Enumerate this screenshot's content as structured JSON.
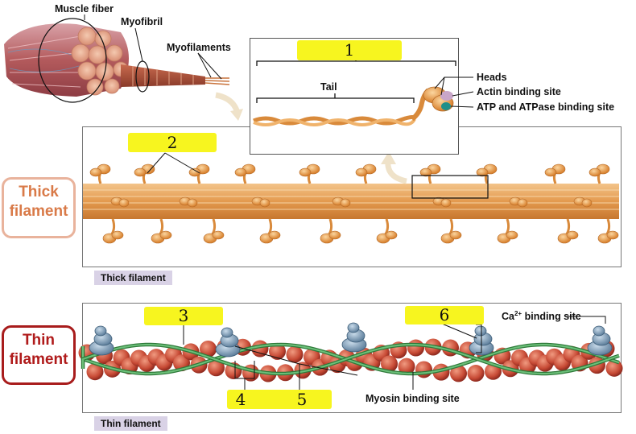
{
  "labels": {
    "muscle_fiber": "Muscle fiber",
    "myofibril": "Myofibril",
    "myofilaments": "Myofilaments",
    "tail": "Tail",
    "heads": "Heads",
    "actin_binding_site": "Actin binding site",
    "atp_binding_site": "ATP and ATPase binding site",
    "ca_binding_site_prefix": "Ca",
    "ca_binding_site_sup": "2+",
    "ca_binding_site_suffix": " binding site",
    "myosin_binding_site": "Myosin binding site"
  },
  "blanks": {
    "b1": "1",
    "b2": "2",
    "b3": "3",
    "b4": "4",
    "b5": "5",
    "b6": "6"
  },
  "side_labels": {
    "thick_line1": "Thick",
    "thick_line2": "filament",
    "thin_line1": "Thin",
    "thin_line2": "filament"
  },
  "captions": {
    "thick": "Thick filament",
    "thin": "Thin filament"
  },
  "colors": {
    "thick_side": "#d97a48",
    "thin_side": "#b01b1b",
    "highlight": "#f7f51f",
    "caption_bg": "#d9d2e6",
    "myosin": "#e8a153",
    "actin": "#c74a35",
    "tropomyosin": "#4a9e55",
    "troponin": "#6d8fad"
  }
}
